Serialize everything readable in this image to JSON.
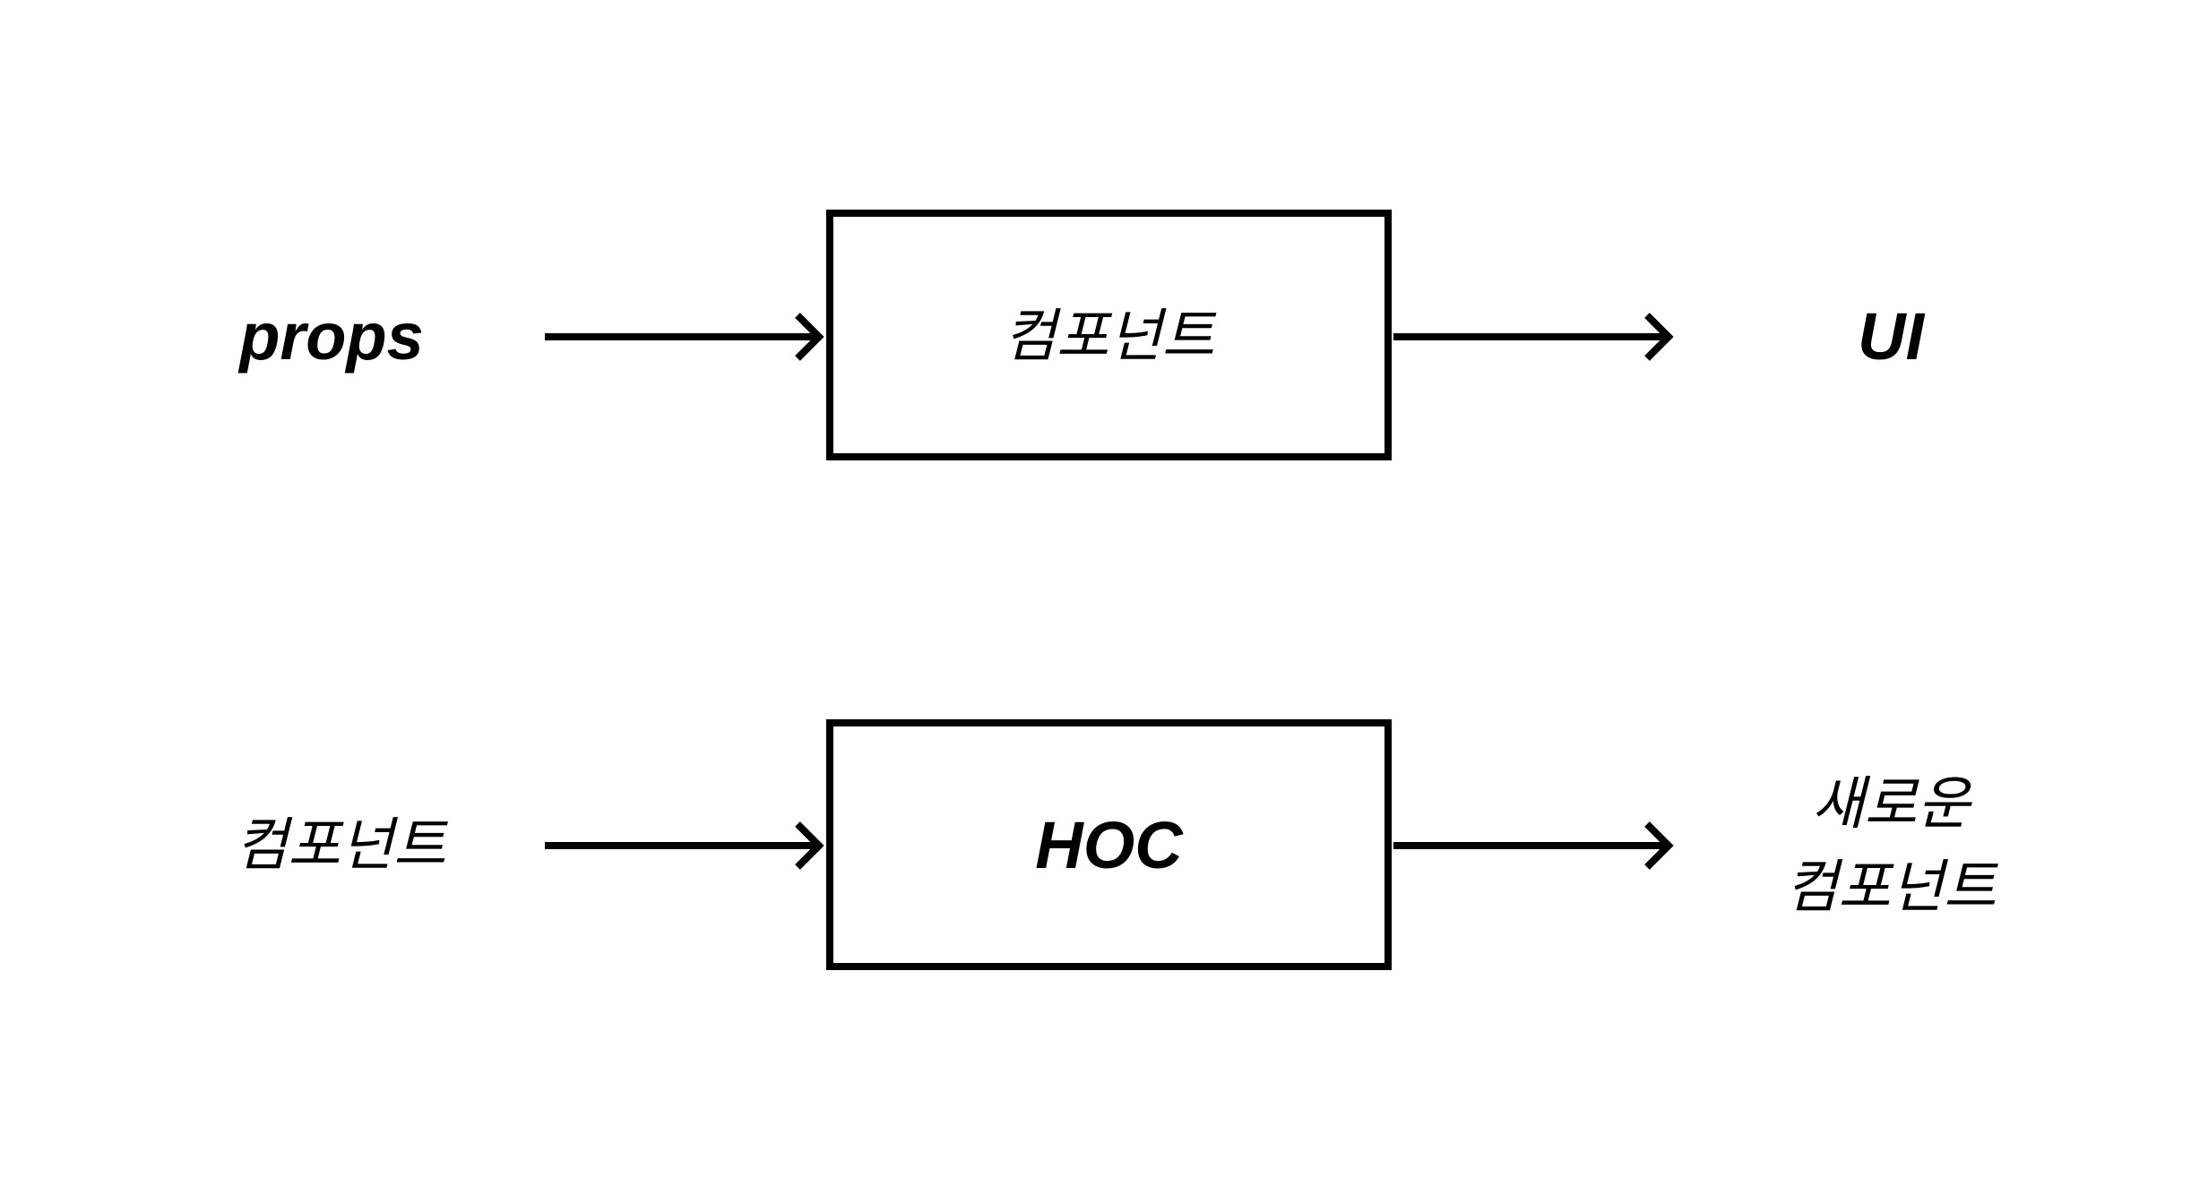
{
  "diagram": {
    "stroke_color": "#000000",
    "background": "#ffffff",
    "row1": {
      "input": "props",
      "box": "컴포넌트",
      "output": "UI"
    },
    "row2": {
      "input": "컴포넌트",
      "box": "HOC",
      "output_line1": "새로운",
      "output_line2": "컴포넌트"
    }
  }
}
